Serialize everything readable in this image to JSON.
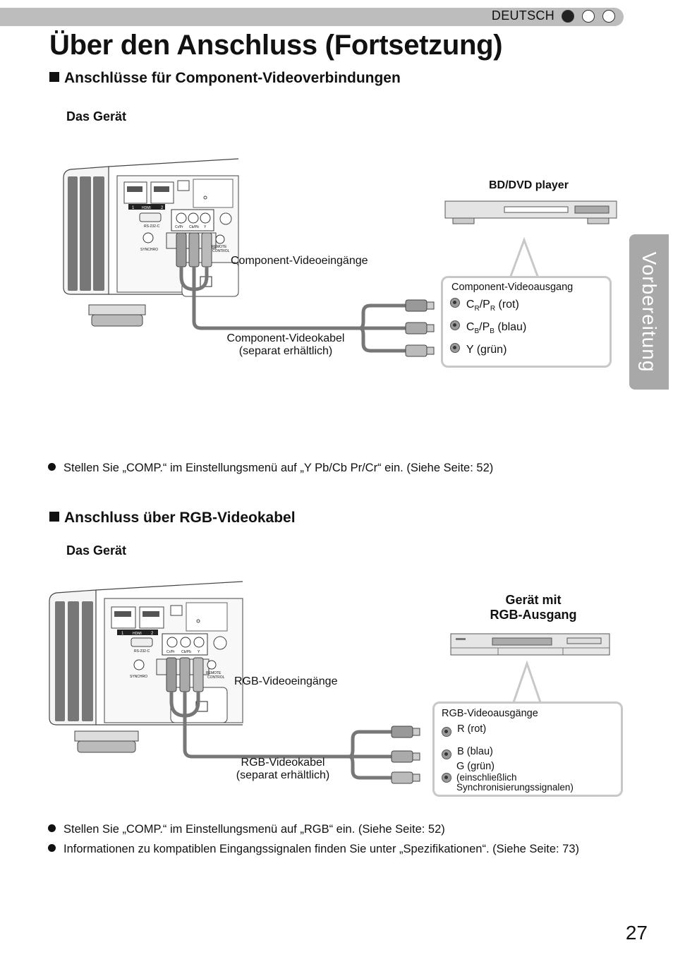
{
  "header": {
    "language": "DEUTSCH"
  },
  "title": "Über den Anschluss (Fortsetzung)",
  "side_tab": "Vorbereitung",
  "section1": {
    "heading": "Anschlüsse für Component-Videoverbindungen",
    "device_label": "Das Gerät",
    "player_label": "BD/DVD player",
    "inputs_label": "Component-Videoeingänge",
    "cable_label_line1": "Component-Videokabel",
    "cable_label_line2": "(separat erhältlich)",
    "output_box_title": "Component-Videoausgang",
    "outputs": [
      {
        "main": "C",
        "sub1": "R",
        "mid": "/P",
        "sub2": "R",
        "rest": " (rot)"
      },
      {
        "main": "C",
        "sub1": "B",
        "mid": "/P",
        "sub2": "B",
        "rest": " (blau)"
      },
      {
        "main": "Y (grün)",
        "sub1": "",
        "mid": "",
        "sub2": "",
        "rest": ""
      }
    ],
    "note": "Stellen Sie „COMP.“ im Einstellungsmenü auf „Y Pb/Cb Pr/Cr“ ein.  (Siehe Seite: 52)"
  },
  "section2": {
    "heading": "Anschluss über RGB-Videokabel",
    "device_label": "Das Gerät",
    "player_label_line1": "Gerät mit",
    "player_label_line2": "RGB-Ausgang",
    "inputs_label": "RGB-Videoeingänge",
    "cable_label_line1": "RGB-Videokabel",
    "cable_label_line2": "(separat erhältlich)",
    "output_box_title": "RGB-Videoausgänge",
    "outputs": [
      "R (rot)",
      "B (blau)",
      "G (grün)"
    ],
    "output_g_note_line1": "(einschließlich",
    "output_g_note_line2": "Synchronisierungssignalen)",
    "notes": [
      "Stellen Sie „COMP.“ im Einstellungsmenü auf „RGB“ ein. (Siehe Seite: 52)",
      "Informationen zu kompatiblen Eingangssignalen finden Sie unter „Spezifikationen“. (Siehe Seite: 73)"
    ]
  },
  "panel_labels": {
    "hdmi": "HDMI",
    "hdmi1": "1",
    "hdmi2": "2",
    "rs232": "RS-232-C",
    "synchro": "SYNCHRO",
    "remote_line1": "REMOTE",
    "remote_line2": "CONTROL",
    "crpr": "Cr/Pr",
    "cbpb": "Cb/Pb",
    "y": "Y"
  },
  "page_number": "27"
}
